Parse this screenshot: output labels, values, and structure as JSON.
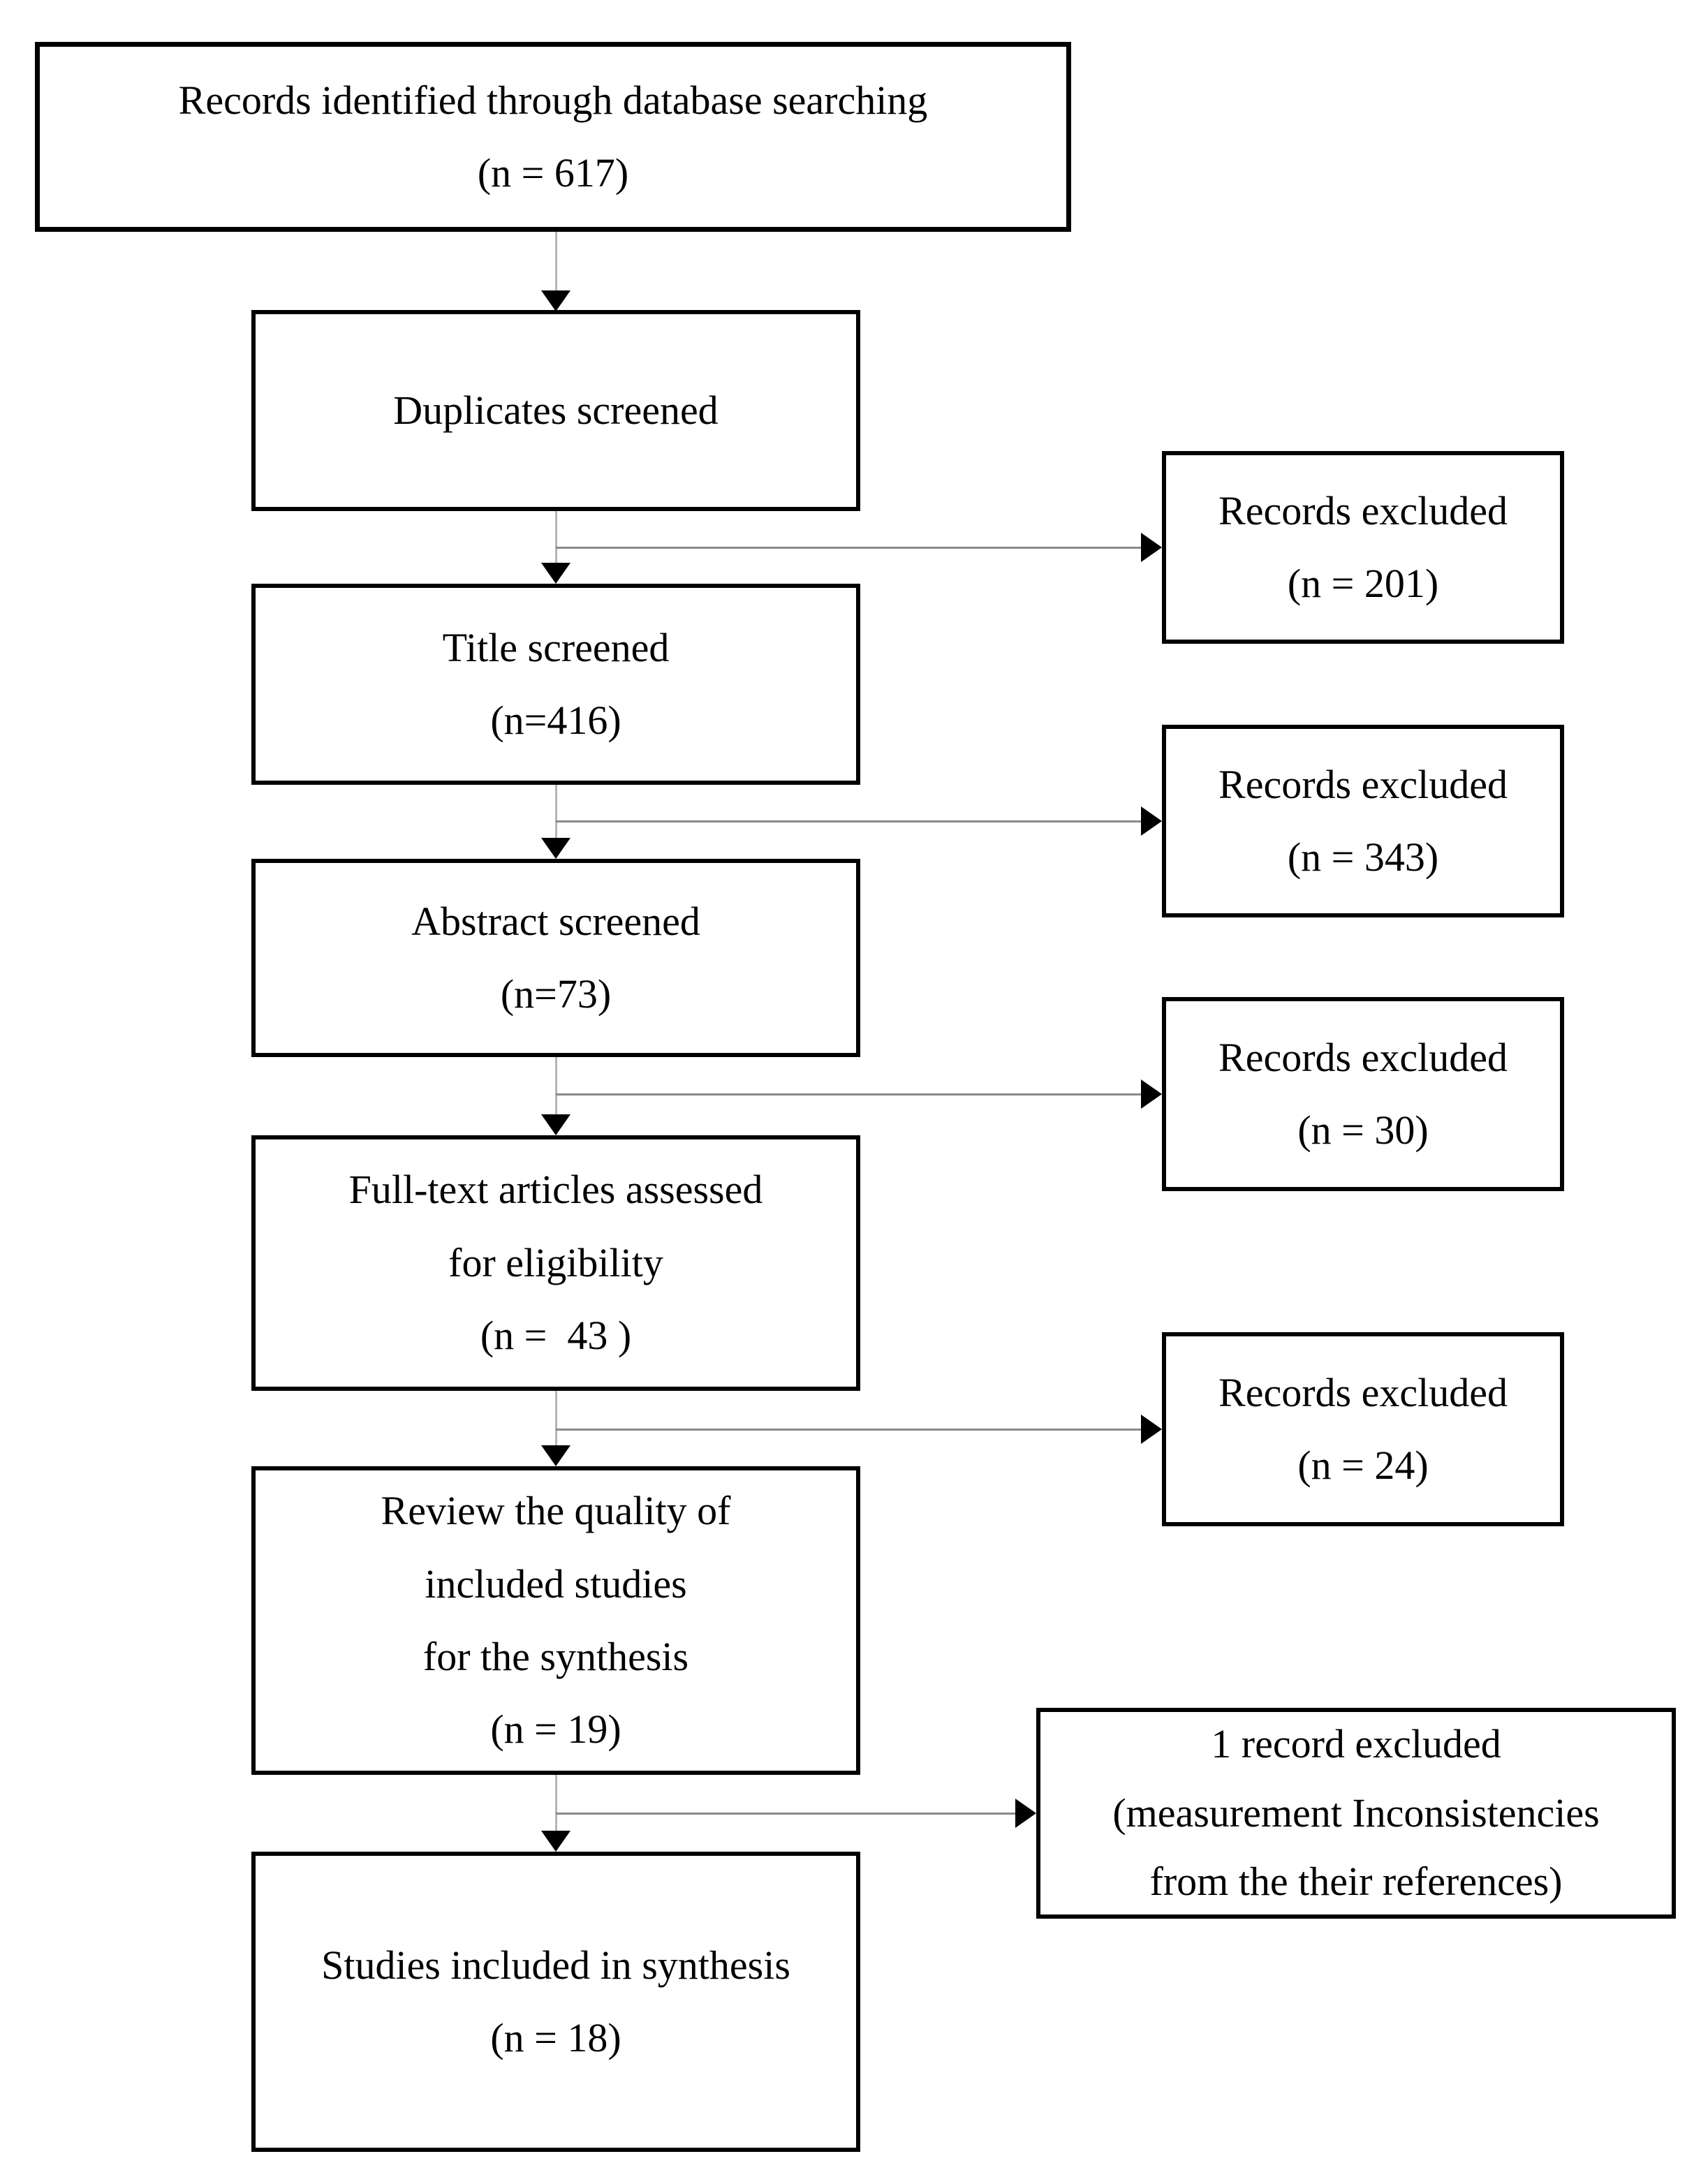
{
  "colors": {
    "box_border": "#000000",
    "box_fill": "#ffffff",
    "text": "#000000",
    "connector_vertical": "#b5b5b5",
    "connector_horizontal": "#8a8a8a",
    "arrowhead": "#000000"
  },
  "flow": {
    "main_column": [
      {
        "name": "records-identified",
        "lines": [
          "Records identified through database searching",
          "(n = 617)"
        ]
      },
      {
        "name": "duplicates-screened",
        "lines": [
          "Duplicates screened"
        ]
      },
      {
        "name": "title-screened",
        "lines": [
          "Title screened",
          "(n=416)"
        ]
      },
      {
        "name": "abstract-screened",
        "lines": [
          "Abstract screened",
          "(n=73)"
        ]
      },
      {
        "name": "fulltext-assessed",
        "lines": [
          "Full-text articles assessed",
          "for eligibility",
          "(n =  43 )"
        ]
      },
      {
        "name": "review-quality",
        "lines": [
          "Review the quality of",
          "included studies",
          "for the synthesis",
          "(n = 19)"
        ]
      },
      {
        "name": "studies-included",
        "lines": [
          "Studies included in synthesis",
          "(n = 18)"
        ]
      }
    ],
    "exclusion_column": [
      {
        "name": "excluded-after-duplicates",
        "lines": [
          "Records excluded",
          "(n = 201)"
        ]
      },
      {
        "name": "excluded-after-title",
        "lines": [
          "Records excluded",
          "(n = 343)"
        ]
      },
      {
        "name": "excluded-after-abstract",
        "lines": [
          "Records excluded",
          "(n = 30)"
        ]
      },
      {
        "name": "excluded-after-fulltext",
        "lines": [
          "Records excluded",
          "(n = 24)"
        ]
      },
      {
        "name": "excluded-after-quality",
        "lines": [
          "1 record excluded",
          "(measurement Inconsistencies",
          "from the their references)"
        ]
      }
    ]
  }
}
